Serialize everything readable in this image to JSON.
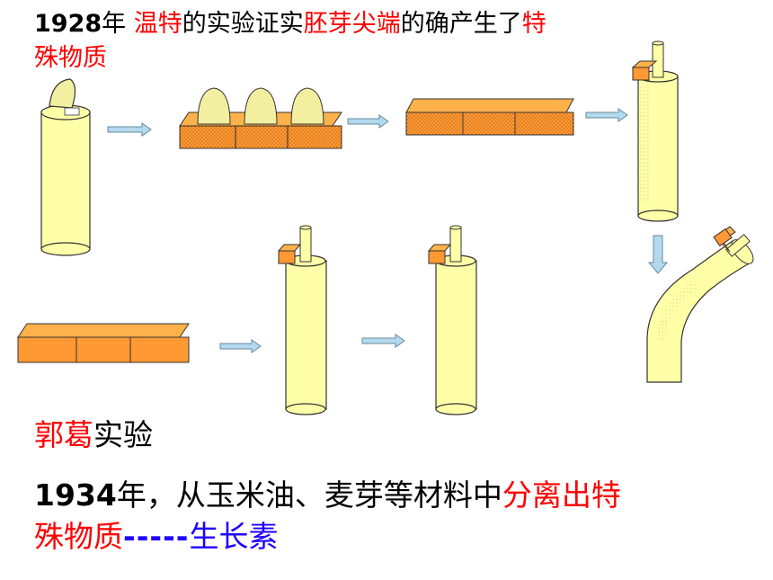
{
  "title": {
    "year": "1928",
    "nian": "年 ",
    "name": "温特",
    "mid1": "的实验证实",
    "part": "胚芽尖端",
    "mid2": "的确产生了",
    "tail_red_1": "特",
    "tail_red_2": "殊物质"
  },
  "guo_line": {
    "name": "郭葛",
    "rest": "实验"
  },
  "para": {
    "year": "1934",
    "text1": "年，从玉米油、麦芽等材料中",
    "red1": "分离出特",
    "red2": "殊物质",
    "dash": "-----",
    "blue": "生长素"
  },
  "colors": {
    "stem_fill": "#ffffa8",
    "stem_stroke": "#333333",
    "agar_fill": "#ff9933",
    "agar_top": "#ffb24a",
    "agar_side": "#e07a10",
    "arrow_fill": "#b3d9ee",
    "arrow_stroke": "#6a8aa0",
    "red_text": "#ff0000",
    "blue_text": "#1f00ff"
  }
}
